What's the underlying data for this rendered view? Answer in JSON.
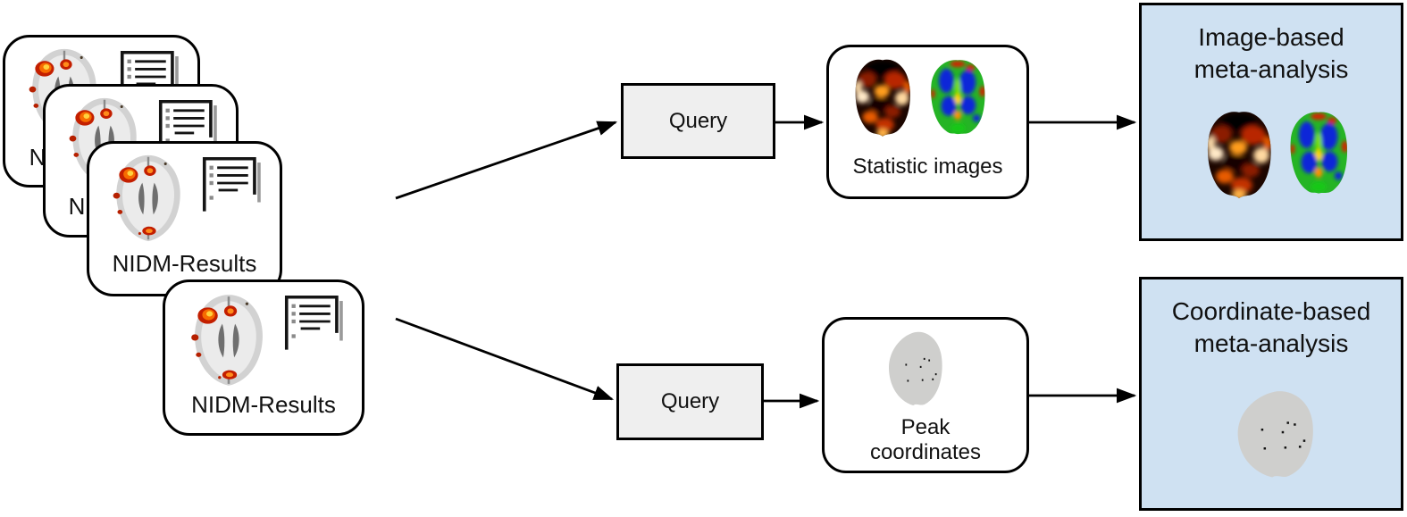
{
  "cards": [
    {
      "label": "NIDM-Results"
    },
    {
      "label": "NIDM-Results"
    },
    {
      "label": "NIDM-Results"
    },
    {
      "label": "NIDM-Results"
    }
  ],
  "query_top": {
    "label": "Query"
  },
  "query_bottom": {
    "label": "Query"
  },
  "statistic_images": {
    "label": "Statistic images"
  },
  "peak_coordinates": {
    "line1": "Peak",
    "line2": "coordinates"
  },
  "image_based": {
    "line1": "Image-based",
    "line2": "meta-analysis"
  },
  "coordinate_based": {
    "line1": "Coordinate-based",
    "line2": "meta-analysis"
  },
  "colors": {
    "panel_blue": "#cfe1f2",
    "query_gray": "#efefef",
    "border_black": "#000000",
    "activation_red": "#c31f00",
    "activation_orange": "#f76b00",
    "brain_gray": "#cfcfcd"
  }
}
